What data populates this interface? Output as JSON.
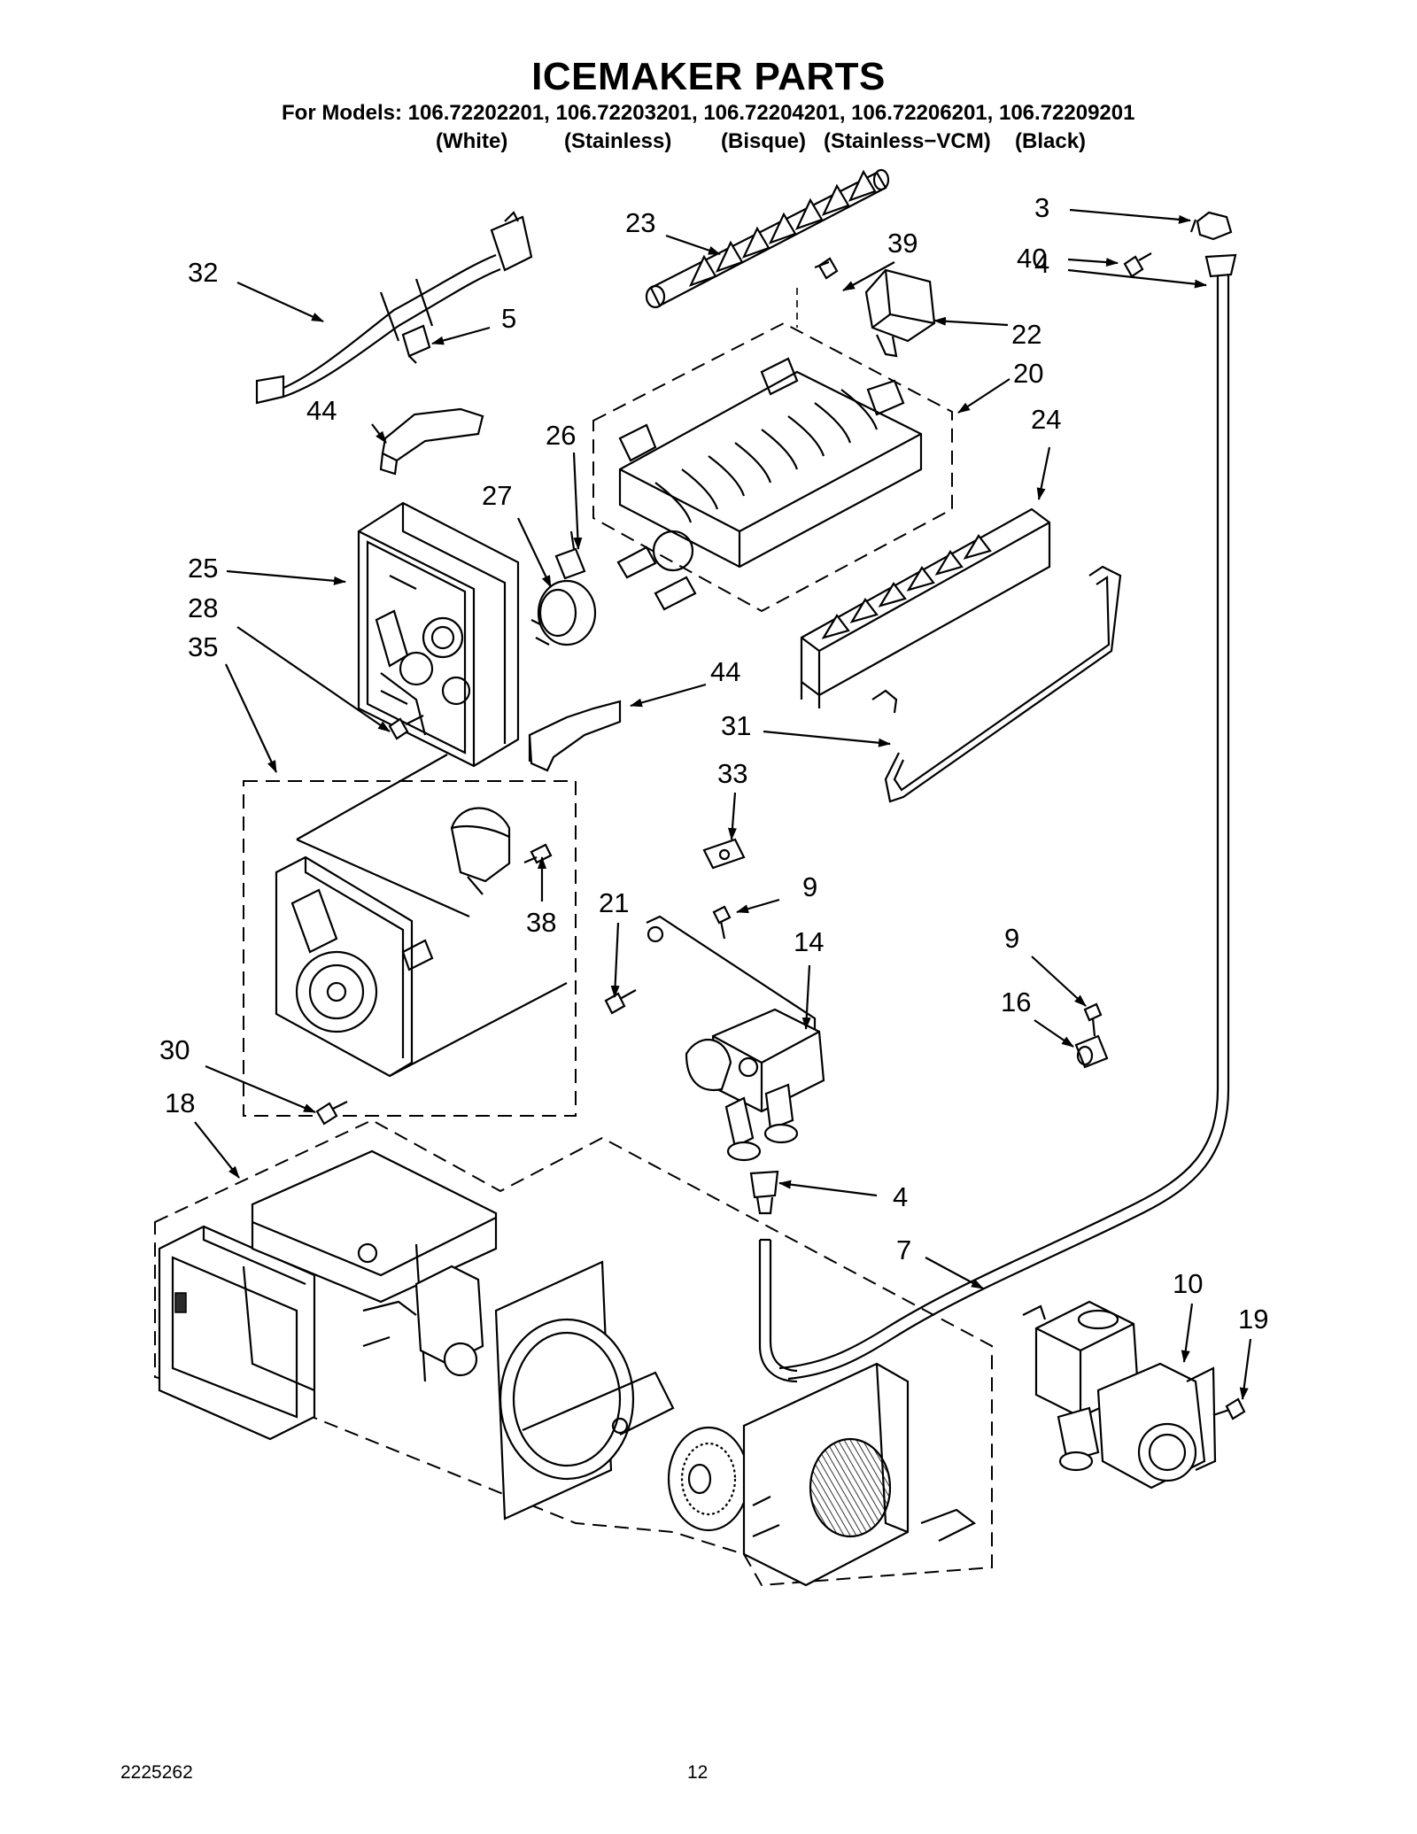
{
  "header": {
    "title": "ICEMAKER PARTS",
    "models_line": "For Models: 106.72202201, 106.72203201, 106.72204201, 106.72206201, 106.72209201",
    "finishes": [
      "(White)",
      "(Stainless)",
      "(Bisque)",
      "(Stainless−VCM)",
      "(Black)"
    ]
  },
  "callouts": [
    {
      "id": "c3",
      "label": "3"
    },
    {
      "id": "c40",
      "label": "40"
    },
    {
      "id": "c4a",
      "label": "4"
    },
    {
      "id": "c23",
      "label": "23"
    },
    {
      "id": "c39",
      "label": "39"
    },
    {
      "id": "c22",
      "label": "22"
    },
    {
      "id": "c20",
      "label": "20"
    },
    {
      "id": "c24",
      "label": "24"
    },
    {
      "id": "c32",
      "label": "32"
    },
    {
      "id": "c5",
      "label": "5"
    },
    {
      "id": "c44a",
      "label": "44"
    },
    {
      "id": "c26",
      "label": "26"
    },
    {
      "id": "c27",
      "label": "27"
    },
    {
      "id": "c25",
      "label": "25"
    },
    {
      "id": "c28",
      "label": "28"
    },
    {
      "id": "c35",
      "label": "35"
    },
    {
      "id": "c44b",
      "label": "44"
    },
    {
      "id": "c31",
      "label": "31"
    },
    {
      "id": "c33",
      "label": "33"
    },
    {
      "id": "c9a",
      "label": "9"
    },
    {
      "id": "c21",
      "label": "21"
    },
    {
      "id": "c14",
      "label": "14"
    },
    {
      "id": "c38",
      "label": "38"
    },
    {
      "id": "c9b",
      "label": "9"
    },
    {
      "id": "c16",
      "label": "16"
    },
    {
      "id": "c30",
      "label": "30"
    },
    {
      "id": "c18",
      "label": "18"
    },
    {
      "id": "c4b",
      "label": "4"
    },
    {
      "id": "c7",
      "label": "7"
    },
    {
      "id": "c10",
      "label": "10"
    },
    {
      "id": "c19",
      "label": "19"
    }
  ],
  "footer": {
    "doc_number": "2225262",
    "page_number": "12"
  }
}
